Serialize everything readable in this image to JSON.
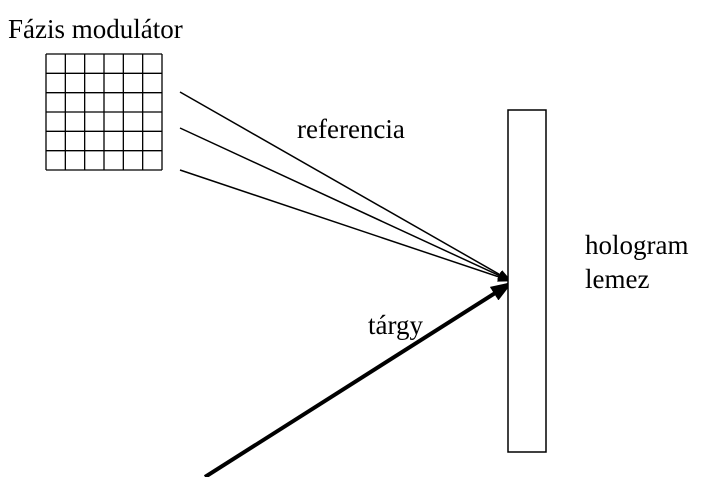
{
  "labels": {
    "phase_modulator": "Fázis modulátor",
    "reference": "referencia",
    "object": "tárgy",
    "hologram_line1": "hologram",
    "hologram_line2": "lemez"
  },
  "modulator_grid": {
    "rows": 6,
    "cols": 6
  },
  "colors": {
    "stroke": "#000000",
    "background": "#ffffff"
  }
}
